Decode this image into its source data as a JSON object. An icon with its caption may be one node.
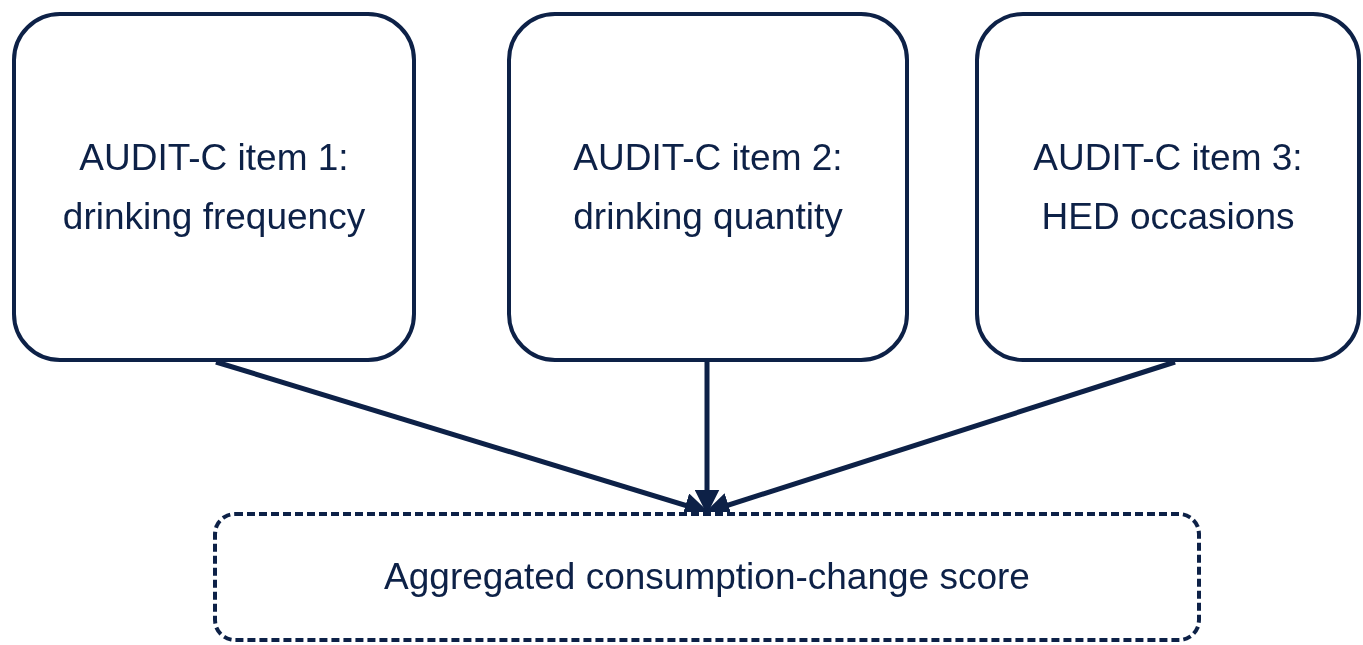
{
  "diagram": {
    "nodes": [
      {
        "text": [
          "AUDIT-C item 1: drinking frequency"
        ]
      },
      {
        "text": [
          "AUDIT-C item 2: drinking quantity"
        ]
      },
      {
        "text": [
          "AUDIT-C item 3: HED occasions"
        ]
      },
      {
        "text": [
          "Aggregated consumption-change score"
        ]
      }
    ],
    "edges": [
      {
        "from": 0,
        "to": 3,
        "arrow": "to"
      },
      {
        "from": 1,
        "to": 3,
        "arrow": "to"
      },
      {
        "from": 2,
        "to": 3,
        "arrow": "to"
      }
    ]
  }
}
